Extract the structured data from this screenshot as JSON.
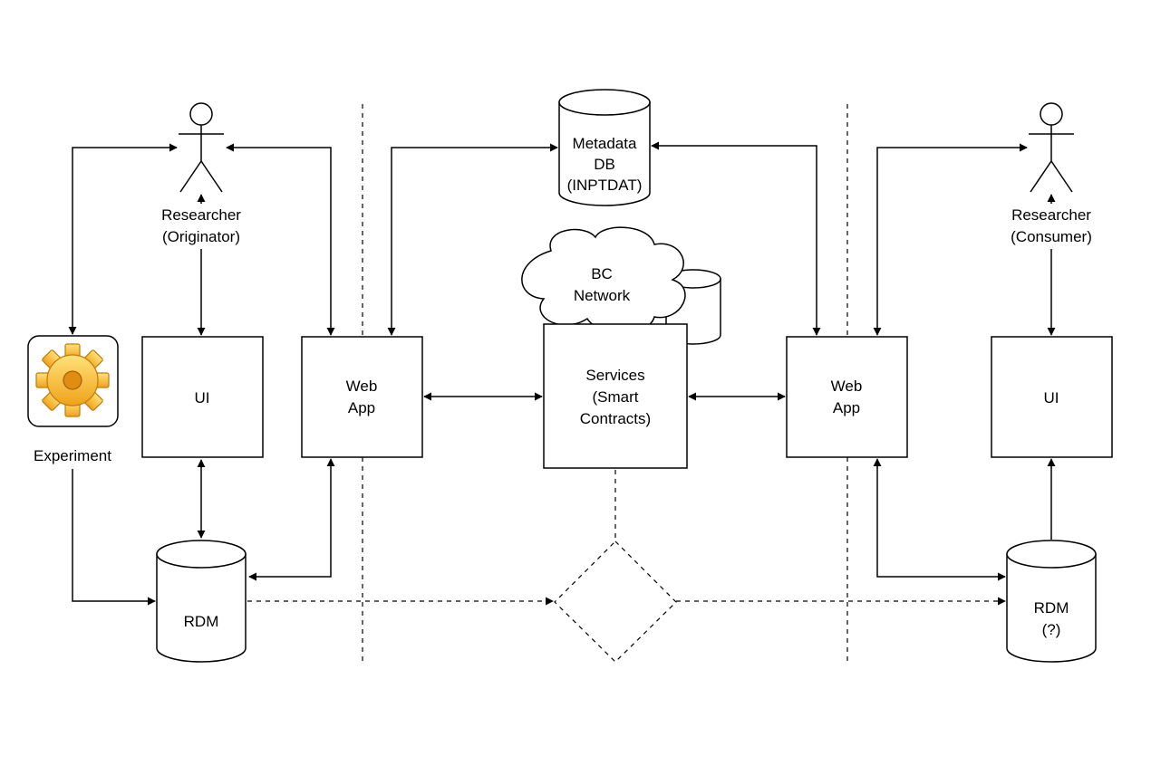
{
  "diagram": {
    "researcher_left": [
      "Researcher",
      "(Originator)"
    ],
    "researcher_right": [
      "Researcher",
      "(Consumer)"
    ],
    "ui_left": "UI",
    "ui_right": "UI",
    "webapp_left": [
      "Web",
      "App"
    ],
    "webapp_right": [
      "Web",
      "App"
    ],
    "metadata_db": [
      "Metadata",
      "DB",
      "(INPTDAT)"
    ],
    "bc_network": [
      "BC",
      "Network"
    ],
    "services": [
      "Services",
      "(Smart",
      "Contracts)"
    ],
    "experiment": "Experiment",
    "rdm_left": "RDM",
    "rdm_right": [
      "RDM",
      "(?)"
    ]
  }
}
